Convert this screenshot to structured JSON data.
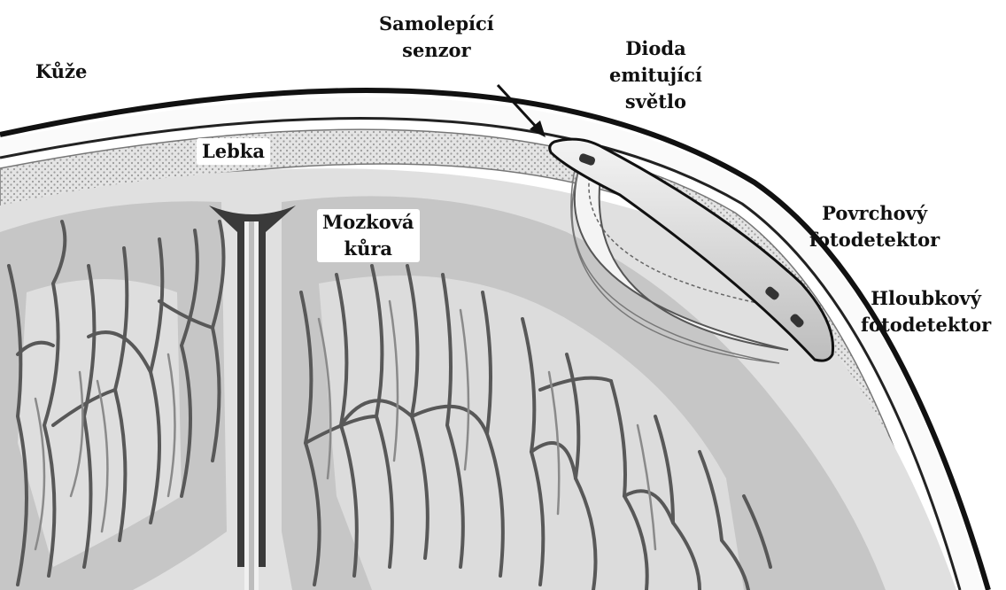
{
  "labels": {
    "skin": "Kůže",
    "sensor": [
      "Samolepící",
      "senzor"
    ],
    "led": [
      "Dioda",
      "emitující",
      "světlo"
    ],
    "skull": "Lebka",
    "cortex": [
      "Mozková",
      "kůra"
    ],
    "surface_detector": [
      "Povrchový",
      "fotodetektor"
    ],
    "deep_detector": [
      "Hloubkový",
      "fotodetektor"
    ]
  },
  "colors": {
    "skin_line": "#111111",
    "skull_fill": "#dcdcdc",
    "cortex_fill": "#c8c8c8",
    "white_matter": "#e2e2e2",
    "vessel": "#5a5a5a",
    "sensor_pad": "#e6e6e6",
    "light_path": "#f2f2f2"
  }
}
